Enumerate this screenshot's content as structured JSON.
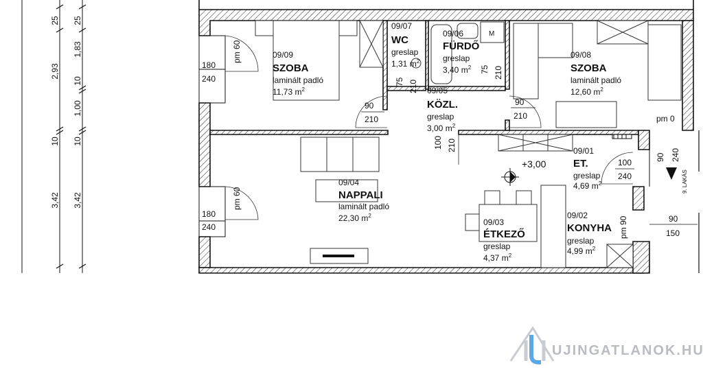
{
  "left_dimensions": {
    "outer": [
      "25",
      "2,93",
      "10",
      "3,42"
    ],
    "inner": [
      "25",
      "1,83",
      "10",
      "1,00",
      "10",
      "3,42"
    ]
  },
  "rooms": [
    {
      "id": "09/09",
      "name": "SZOBA",
      "floor": "laminált padló",
      "area": "11,73 m",
      "sup": "2"
    },
    {
      "id": "09/07",
      "name": "WC",
      "floor": "greslap",
      "area": "1,31 m",
      "sup": "2"
    },
    {
      "id": "09/06",
      "name": "FÜRDŐ",
      "floor": "greslap",
      "area": "3,40 m",
      "sup": "2"
    },
    {
      "id": "09/08",
      "name": "SZOBA",
      "floor": "laminált padló",
      "area": "12,60 m",
      "sup": "2"
    },
    {
      "id": "09/05",
      "name": "KÖZL.",
      "floor": "greslap",
      "area": "3,00 m",
      "sup": "2"
    },
    {
      "id": "09/04",
      "name": "NAPPALI",
      "floor": "laminált padló",
      "area": "22,30 m",
      "sup": "2"
    },
    {
      "id": "09/01",
      "name": "ET.",
      "floor": "greslap",
      "area": "4,69 m",
      "sup": "2"
    },
    {
      "id": "09/03",
      "name": "ÉTKEZŐ",
      "floor": "greslap",
      "area": "4,37 m",
      "sup": "2"
    },
    {
      "id": "09/02",
      "name": "KONYHA",
      "floor": "greslap",
      "area": "4,99 m",
      "sup": "2"
    }
  ],
  "openings": {
    "win_top_w": "180",
    "win_top_h": "240",
    "win_top_pm": "pm 60",
    "win_bot_w": "180",
    "win_bot_h": "240",
    "win_bot_pm": "pm 60",
    "door_szoba_w": "90",
    "door_szoba_h": "210",
    "door_szoba2_w": "90",
    "door_szoba2_h": "210",
    "wc_w": "75",
    "wc_h": "210",
    "furdo_w": "75",
    "furdo_h": "210",
    "kozl_w": "100",
    "kozl_h": "210",
    "et_w": "100",
    "et_h": "240",
    "ent_w": "90",
    "ent_h": "240",
    "pm0": "pm 0",
    "konyha_w": "90",
    "konyha_h": "150",
    "konyha_pm_w": "90",
    "konyha_pm": "pm"
  },
  "level": "+3,00",
  "meter": "M",
  "unit_label": "9. LAKÁS",
  "watermark": "UJINGATLANOK.HU",
  "colors": {
    "wall": "#111111",
    "watermark": "#b9bcc2",
    "watermark_accent": "#5aa9e6"
  }
}
